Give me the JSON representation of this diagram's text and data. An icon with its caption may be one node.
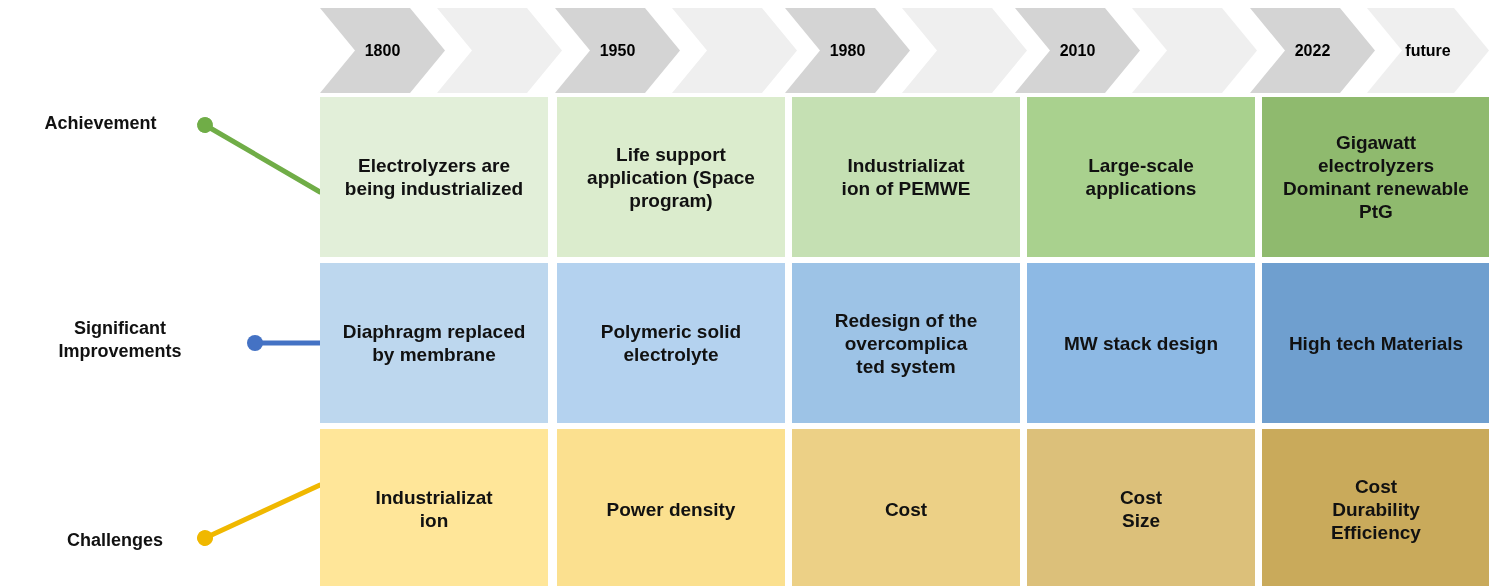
{
  "diagram": {
    "nodes": [
      {
        "text": [
          "1800"
        ]
      },
      {
        "text": [],
        "shape": "chevron"
      },
      {
        "text": [
          "1950"
        ]
      },
      {
        "text": [],
        "shape": "chevron"
      },
      {
        "text": [
          "1980"
        ]
      },
      {
        "text": [],
        "shape": "chevron"
      },
      {
        "text": [
          "2010"
        ]
      },
      {
        "text": [],
        "shape": "chevron"
      },
      {
        "text": [
          "2022"
        ]
      },
      {
        "text": [
          "future"
        ]
      },
      {
        "text": [
          "Achievement"
        ]
      },
      {
        "text": [
          "Electrolyzers are being industrialized"
        ]
      },
      {
        "text": [
          "Life support application (Space program)"
        ]
      },
      {
        "text": [
          "Industrializat ion of PEMWE"
        ]
      },
      {
        "text": [
          "Large-scale applications"
        ]
      },
      {
        "text": [
          "Gigawatt electrolyzers",
          "Dominant renewable PtG"
        ]
      },
      {
        "text": [
          "Significant Improvements"
        ]
      },
      {
        "text": [
          "Diaphragm replaced by membrane"
        ]
      },
      {
        "text": [
          "Polymeric solid electrolyte"
        ]
      },
      {
        "text": [
          "Redesign of the overcomplica ted system"
        ]
      },
      {
        "text": [
          "MW stack design"
        ]
      },
      {
        "text": [
          "High tech Materials"
        ]
      },
      {
        "text": [
          "Challenges"
        ]
      },
      {
        "text": [
          "Industrializat ion"
        ]
      },
      {
        "text": [
          "Power density"
        ]
      },
      {
        "text": [
          "Cost"
        ]
      },
      {
        "text": [
          "Cost",
          "Size"
        ]
      },
      {
        "text": [
          "Cost",
          "Durability",
          "Efficiency"
        ]
      }
    ],
    "edges": [
      {
        "from": 10,
        "to": 11,
        "arrow": "other",
        "color": "#70ad47"
      },
      {
        "from": 16,
        "to": 17,
        "arrow": "other",
        "color": "#4472c4"
      },
      {
        "from": 22,
        "to": 23,
        "arrow": "other",
        "color": "#f0b800"
      }
    ]
  }
}
